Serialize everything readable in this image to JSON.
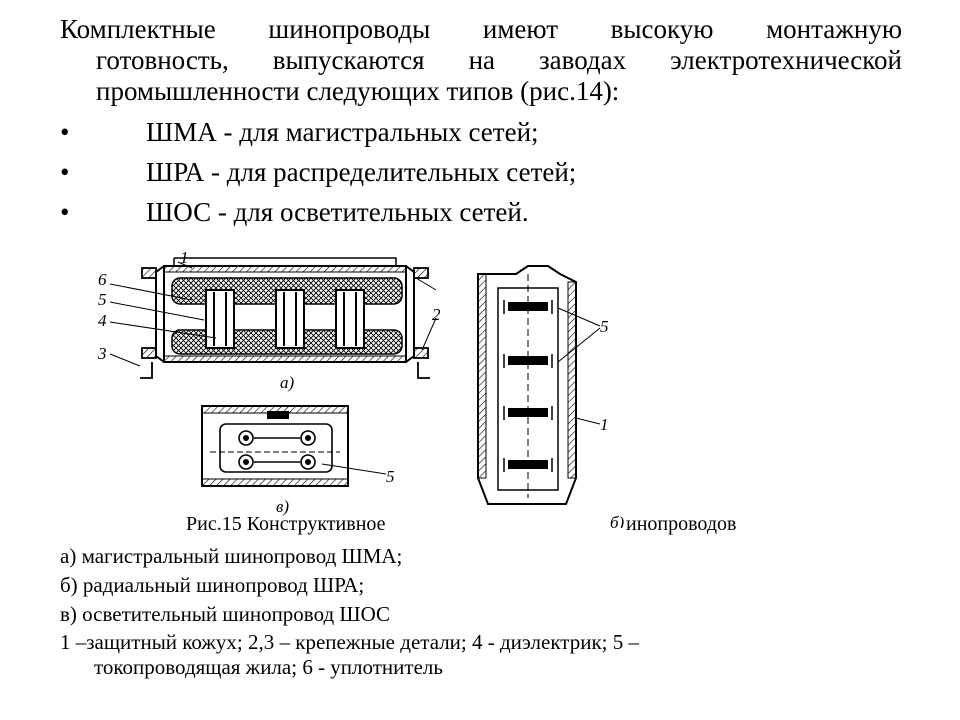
{
  "intro": {
    "line1": "Комплектные шинопроводы имеют высокую монтажную",
    "line2": "готовность, выпускаются на заводах электротехнической",
    "line3": "промышленности следующих типов (рис.14):"
  },
  "bullets": [
    {
      "marker": "•",
      "text": "ШМА - для магистральных сетей;"
    },
    {
      "marker": "•",
      "text": "ШРА - для распределительных сетей;"
    },
    {
      "marker": "•",
      "text": "ШОС - для осветительных сетей."
    }
  ],
  "figure": {
    "labels": {
      "a": "а)",
      "b": "б)",
      "v": "в)",
      "n1": "1",
      "n2": "2",
      "n3": "3",
      "n4": "4",
      "n5": "5",
      "n6": "6"
    }
  },
  "caption": {
    "left": "Рис.15 Конструктивное",
    "right": "инопроводов"
  },
  "legend": {
    "a": "а) магистральный шинопровод ШМА;",
    "b": "б) радиальный шинопровод ШРА;",
    "v": "в) осветительный шинопровод ШОС",
    "note_line1": "1 –защитный кожух; 2,3 – крепежные детали; 4 -  диэлектрик; 5 –",
    "note_line2": "токопроводящая жила; 6 - уплотнитель"
  }
}
